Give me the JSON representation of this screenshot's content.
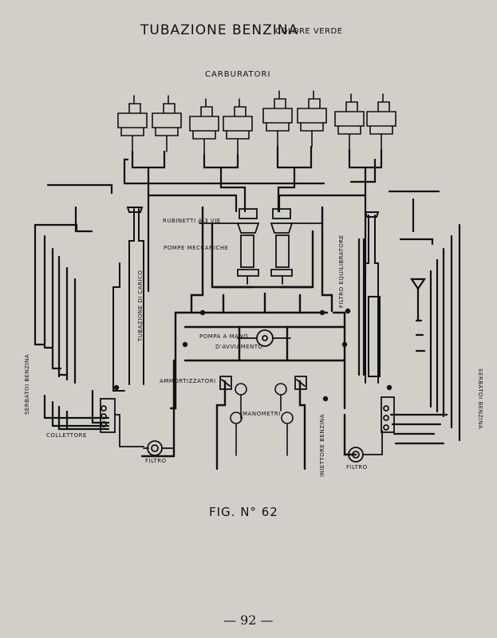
{
  "title": "TUBAZIONE BENZINA",
  "title_sub": "COLORE VERDE",
  "carburetors_label": "CARBURATORI",
  "labels": {
    "rubinetti": "RUBINETTI A 3 VIE",
    "pompe_meccaniche": "POMPE MECCANICHE",
    "tubazione_carico": "TUBAZIONE DI CARICO",
    "filtro_equilibratore": "FILTRO EQUILIBRATORE",
    "pompa_mano": "POMPA A MANO",
    "avviamento": "D'AVVIAMENTO",
    "ammortizzatori": "AMMORTIZZATORI",
    "manometri": "MANOMETRI",
    "collettore": "COLLETTORE",
    "filtro_left": "FILTRO",
    "filtro_right": "FILTRO",
    "iniettore": "INIETTORE BENZINA",
    "serbatoi_left": "SERBATOI BENZINA",
    "serbatoi_right": "SERBATOI BENZINA"
  },
  "figure_label": "FIG. N° 62",
  "page_number": "— 92 —",
  "colors": {
    "ink": "#111111",
    "paper": "#d2cfc8"
  }
}
